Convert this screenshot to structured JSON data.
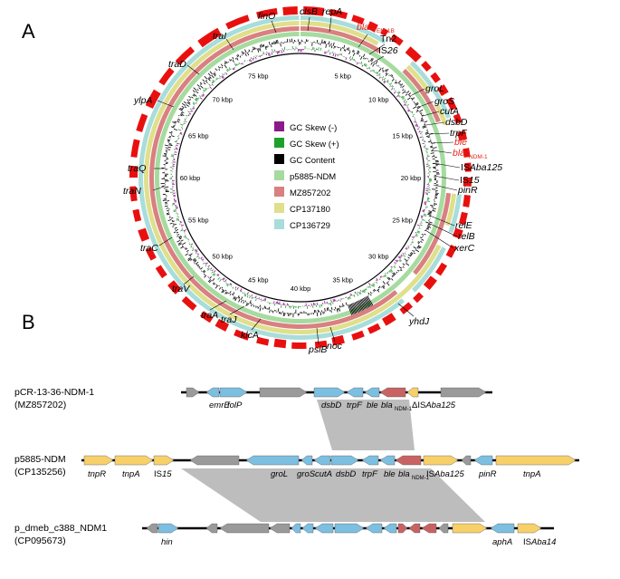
{
  "panels": {
    "a": "A",
    "b": "B"
  },
  "colors": {
    "gene_red": "#e8100f",
    "ring_green": "#a6dba0",
    "ring_pink": "#d98080",
    "ring_yellow": "#e0df8c",
    "ring_cyan": "#a8dddb",
    "gc_content": "#000000",
    "skew_pos": "#1fa02b",
    "skew_neg": "#8b1a8b",
    "arrow_blue": "#7dbfe0",
    "arrow_gray": "#9a9a9a",
    "arrow_red": "#c96363",
    "arrow_yellow": "#f7d06a",
    "collinear": "#bdbdbd"
  },
  "legend": [
    {
      "label": "GC Skew (-)",
      "color": "#8b1a8b"
    },
    {
      "label": "GC Skew (+)",
      "color": "#1fa02b"
    },
    {
      "label": "GC Content",
      "color": "#000000"
    },
    {
      "label": "p5885-NDM",
      "color": "#a6dba0"
    },
    {
      "label": "MZ857202",
      "color": "#d98080"
    },
    {
      "label": "CP137180",
      "color": "#e0df8c"
    },
    {
      "label": "CP136729",
      "color": "#a8dddb"
    }
  ],
  "kbp_ticks": [
    "5 kbp",
    "10 kbp",
    "15 kbp",
    "20 kbp",
    "25 kbp",
    "30 kbp",
    "35 kbp",
    "40 kbp",
    "45 kbp",
    "50 kbp",
    "55 kbp",
    "60 kbp",
    "65 kbp",
    "70 kbp",
    "75 kbp"
  ],
  "gene_labels": {
    "finO": "finO",
    "clsB": "clsB",
    "repA": "repA",
    "bla_tem": "bla",
    "bla_tem_sub": "TEM-1B",
    "tn2": "Tn2",
    "is26_pre": "IS",
    "is26_num": "26",
    "groL": "groL",
    "groS": "groS",
    "cutA": "cutA",
    "dsbD": "dsbD",
    "trpF": "trpF",
    "bla_ndm": "bla",
    "bla_ndm_sub": "NDM-1",
    "ble": "ble",
    "isaba125_pre": "IS",
    "isaba125_it": "Aba125",
    "is15_pre": "IS",
    "is15_num": "15",
    "pinR": "pinR",
    "relE": "relE",
    "relB": "relB",
    "xerC": "xerC",
    "yhdJ": "yhdJ",
    "noc": "noc",
    "psiB": "psiB",
    "klcA": "klcA",
    "traJ": "traJ",
    "traA": "traA",
    "traV": "traV",
    "traC": "traC",
    "traN": "traN",
    "traQ": "traQ",
    "ylpA": "ylpA",
    "traD": "traD",
    "traI": "traI"
  },
  "tracks_b": [
    {
      "name": "pCR-13-36-NDM-1",
      "acc": "(MZ857202)"
    },
    {
      "name": "p5885-NDM",
      "acc": "(CP135256)"
    },
    {
      "name": "p_dmeb_c388_NDM1",
      "acc": "(CP095673)"
    }
  ],
  "b_labels": {
    "t1_emrE": "emrE",
    "t1_folP": "folP",
    "t1_dsbD": "dsbD",
    "t1_trpF": "trpF",
    "t1_ble": "ble",
    "t1_bla": "bla",
    "t1_bla_sub": "NDM-1",
    "t1_dis": "ΔIS",
    "t1_dis_it": "Aba125",
    "t2_tnpR": "tnpR",
    "t2_tnpA": "tnpA",
    "t2_is15_pre": "IS",
    "t2_is15_num": "15",
    "t2_groL": "groL",
    "t2_groS": "groS",
    "t2_cutA": "cutA",
    "t2_dsbD": "dsbD",
    "t2_trpF": "trpF",
    "t2_ble": "ble",
    "t2_bla": "bla",
    "t2_bla_sub": "NDM-1",
    "t2_isaba_pre": "IS",
    "t2_isaba_it": "Aba125",
    "t2_pinR": "pinR",
    "t2_tnpA2": "tnpA",
    "t3_hin": "hin",
    "t3_aphA": "aphA",
    "t3_isaba_pre": "IS",
    "t3_isaba_it": "Aba14"
  }
}
